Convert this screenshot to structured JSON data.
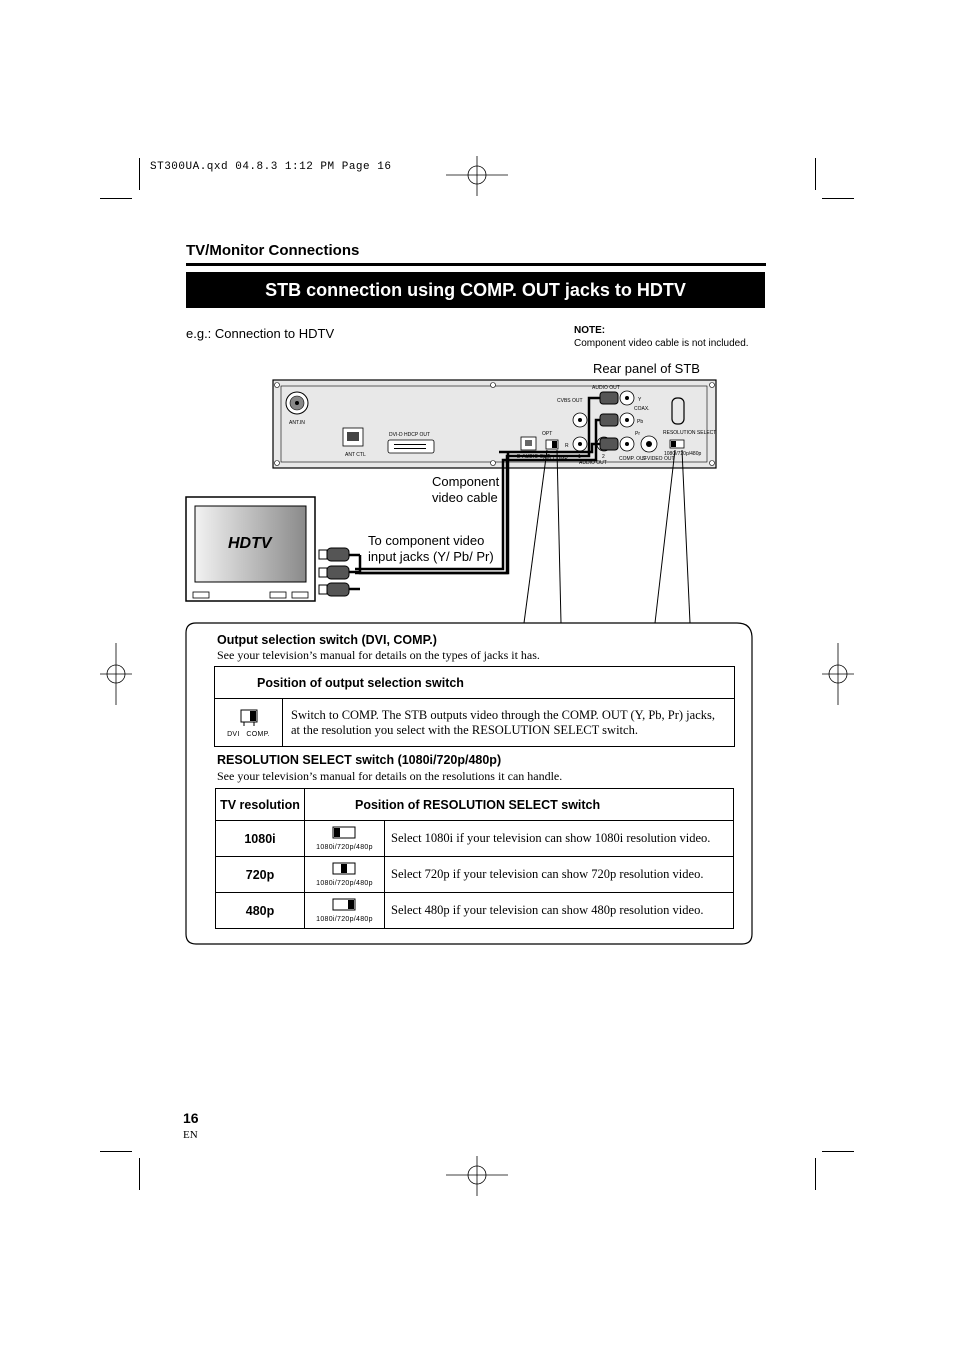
{
  "file_header": "ST300UA.qxd  04.8.3  1:12 PM  Page 16",
  "section_title": "TV/Monitor Connections",
  "banner_title": "STB connection using COMP. OUT jacks to HDTV",
  "example_caption": "e.g.: Connection to HDTV",
  "note": {
    "heading": "NOTE:",
    "text": "Component video cable is not included."
  },
  "diagram": {
    "rear_panel_label": "Rear panel of STB",
    "cable_label_line1": "Component",
    "cable_label_line2": "video cable",
    "input_label_line1": "To component video",
    "input_label_line2": "input jacks (Y/ Pb/ Pr)",
    "tv_label": "HDTV",
    "stb_labels": {
      "ant_in": "ANT.IN",
      "ant_ctl": "ANT CTL",
      "dvi_out": "DVI-D HDCP OUT",
      "audio_out_top": "AUDIO OUT",
      "cvbs_out": "CVBS OUT",
      "coax": "COAX.",
      "opt": "OPT",
      "d_audio_out": "D-AUDIO OUT",
      "dvi_comp": "DVI COMP",
      "audio_out_bottom": "AUDIO OUT",
      "comp_out": "COMP. OUT",
      "svideo_out": "S-VIDEO OUT",
      "resolution_select": "RESOLUTION SELECT",
      "res_options": "1080i/720p/480p",
      "y": "Y",
      "pb": "Pb",
      "pr": "Pr",
      "r": "R",
      "one": "1",
      "two": "2"
    }
  },
  "output_switch": {
    "title": "Output selection switch (DVI, COMP.)",
    "description": "See your television’s manual for details on the types of jacks it has.",
    "table_header": "Position of output selection switch",
    "switch_label": "DVI   COMP.",
    "row_text": "Switch to COMP. The STB outputs video through the COMP. OUT (Y, Pb, Pr) jacks, at the resolution you select with the RESOLUTION SELECT switch."
  },
  "resolution_switch": {
    "title": "RESOLUTION SELECT switch (1080i/720p/480p)",
    "description": "See your television’s manual for details on the resolutions it can handle.",
    "col1_header": "TV resolution",
    "col2_header": "Position of RESOLUTION SELECT switch",
    "switch_label": "1080i/720p/480p",
    "rows": [
      {
        "resolution": "1080i",
        "position": 0,
        "text": "Select 1080i if your television can show 1080i resolution video."
      },
      {
        "resolution": "720p",
        "position": 1,
        "text": "Select 720p if your television can show 720p resolution video."
      },
      {
        "resolution": "480p",
        "position": 2,
        "text": "Select 480p if your television can show 480p resolution video."
      }
    ]
  },
  "page_number": "16",
  "language": "EN"
}
